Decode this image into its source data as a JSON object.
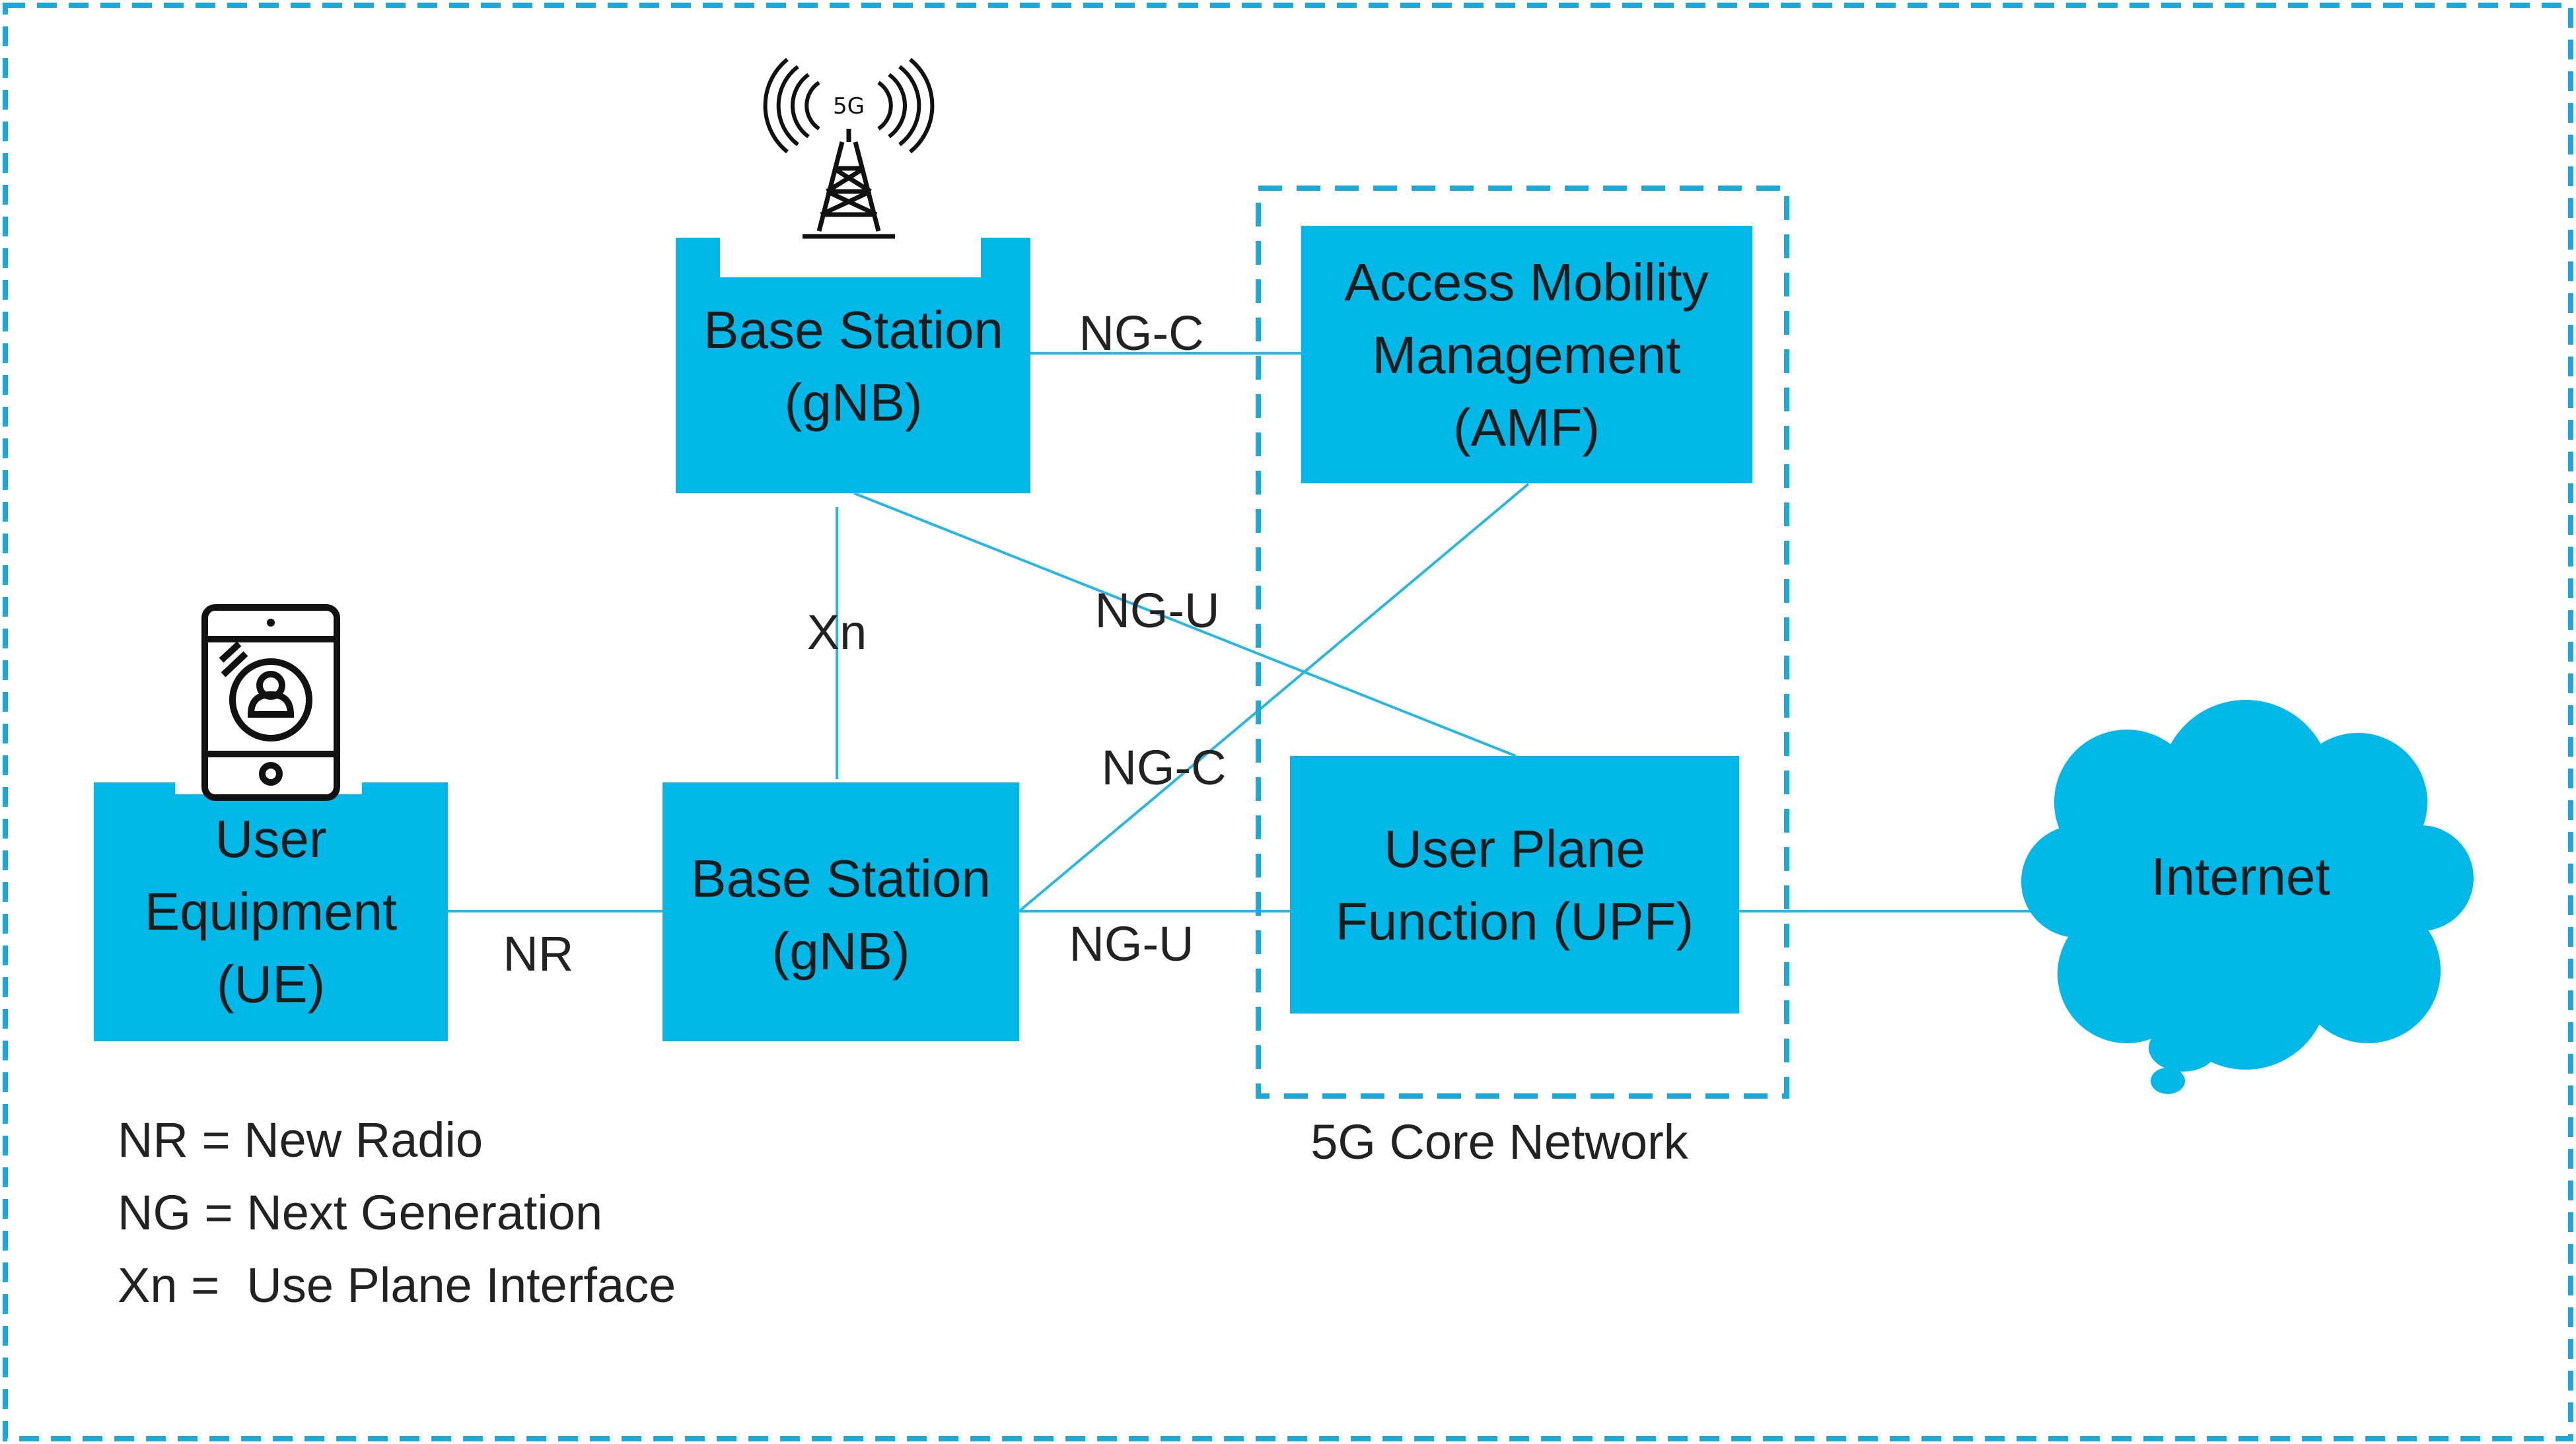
{
  "colors": {
    "accent": "#00b8e8",
    "line": "#29b6e0",
    "text": "#222222",
    "border": "#1aa9d9"
  },
  "nodes": {
    "ue": {
      "line1": "User",
      "line2": "Equipment",
      "line3": "(UE)"
    },
    "gnb_top": {
      "line1": "Base Station",
      "line2": "(gNB)"
    },
    "gnb_bottom": {
      "line1": "Base Station",
      "line2": "(gNB)"
    },
    "amf": {
      "line1": "Access Mobility",
      "line2": "Management",
      "line3": "(AMF)"
    },
    "upf": {
      "line1": "User Plane",
      "line2": "Function (UPF)"
    },
    "internet": {
      "label": "Internet"
    }
  },
  "interfaces": {
    "nr": "NR",
    "xn": "Xn",
    "ngc_top": "NG-C",
    "ngu_diag": "NG-U",
    "ngc_diag": "NG-C",
    "ngu_bottom": "NG-U"
  },
  "core_network_label": "5G Core Network",
  "tower_badge": "5G",
  "legend": [
    "NR = New Radio",
    "NG = Next Generation",
    "Xn =  Use Plane Interface"
  ],
  "icons": [
    "phone-user-icon",
    "5g-tower-icon",
    "cloud-icon"
  ]
}
